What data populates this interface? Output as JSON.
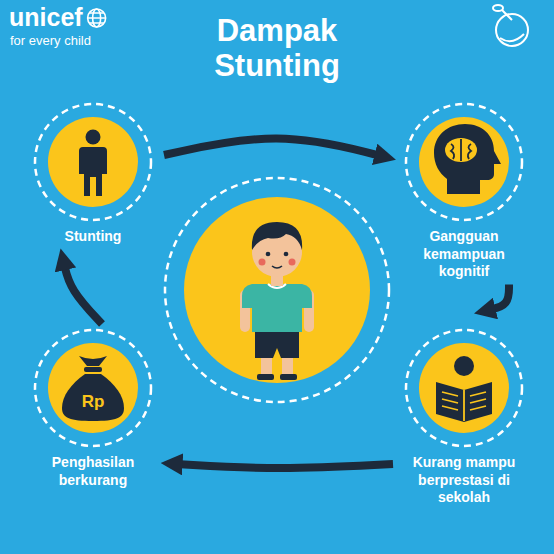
{
  "diagram": {
    "title": "Dampak Stunting",
    "nodes": [
      {
        "text": [
          "Stunting"
        ]
      },
      {
        "text": [
          "Gangguan kemampuan kognitif"
        ]
      },
      {
        "text": [
          "Penghasilan berkurang"
        ]
      },
      {
        "text": [
          "Kurang mampu berprestasi di sekolah"
        ]
      }
    ],
    "edges": [
      {
        "from": 0,
        "to": 1,
        "arrow": "to"
      },
      {
        "from": 1,
        "to": 3,
        "arrow": "to"
      },
      {
        "from": 3,
        "to": 2,
        "arrow": "to"
      },
      {
        "from": 2,
        "to": 0,
        "arrow": "to"
      }
    ],
    "labels": [
      "unicef",
      "for every child",
      "Rp"
    ]
  }
}
